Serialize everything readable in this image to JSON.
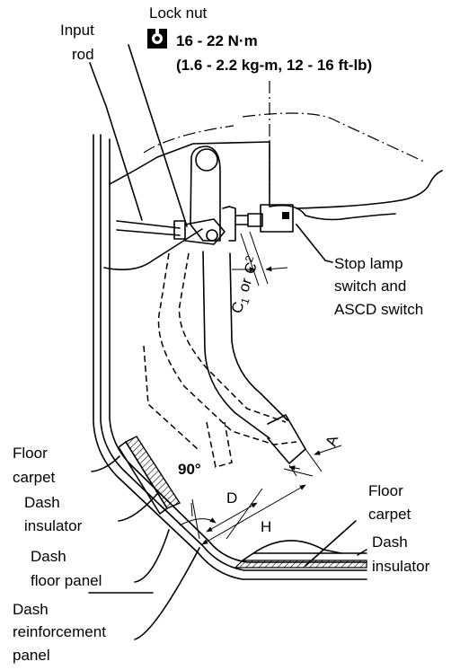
{
  "labels": {
    "lock_nut": "Lock nut",
    "torque_main": "16 - 22 N·m",
    "torque_alt": "(1.6 - 2.2 kg-m, 12 - 16 ft-lb)",
    "input_rod_1": "Input",
    "input_rod_2": "rod",
    "stop_lamp_1": "Stop lamp",
    "stop_lamp_2": "switch and",
    "stop_lamp_3": "ASCD switch",
    "c1": "C",
    "c1_sub": "1",
    "or": "or",
    "c2": "C",
    "c2_sub": "2",
    "floor_carpet_left_1": "Floor",
    "floor_carpet_left_2": "carpet",
    "dash_insulator_left_1": "Dash",
    "dash_insulator_left_2": "insulator",
    "dash_floor_panel_1": "Dash",
    "dash_floor_panel_2": "floor panel",
    "dash_reinf_1": "Dash",
    "dash_reinf_2": "reinforcement",
    "dash_reinf_3": "panel",
    "floor_carpet_right_1": "Floor",
    "floor_carpet_right_2": "carpet",
    "dash_insulator_right_1": "Dash",
    "dash_insulator_right_2": "insulator",
    "angle": "90°",
    "dim_a": "A",
    "dim_d": "D",
    "dim_h": "H"
  },
  "icons": {
    "torque": "torque-wrench-icon"
  }
}
